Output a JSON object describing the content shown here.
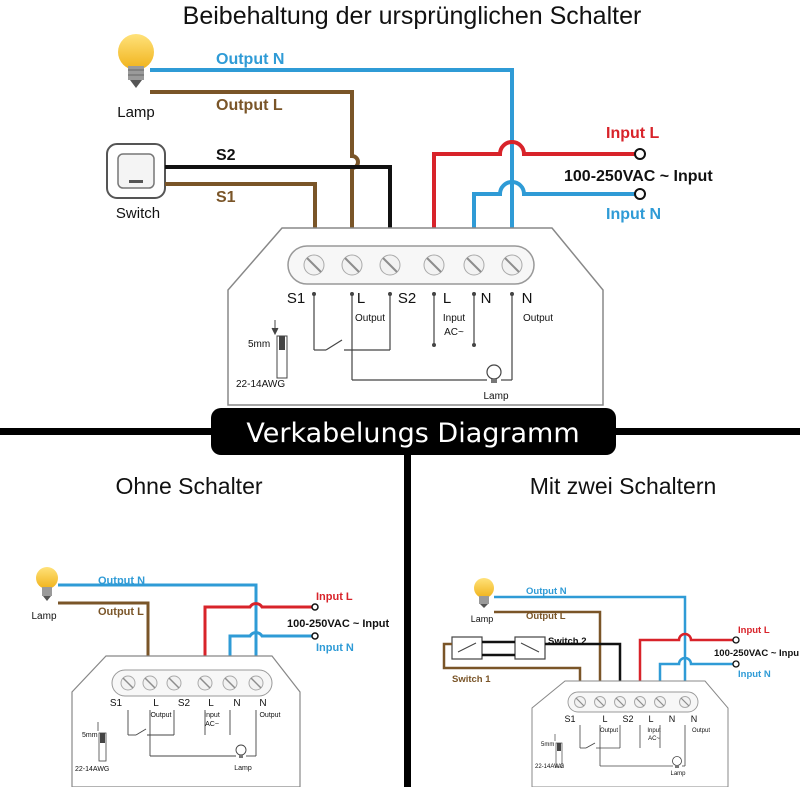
{
  "top": {
    "title": "Beibehaltung der ursprünglichen Schalter",
    "lamp": "Lamp",
    "switch": "Switch",
    "output_n": "Output N",
    "output_l": "Output L",
    "s2": "S2",
    "s1": "S1",
    "input_l": "Input L",
    "input_range": "100-250VAC ~ Input",
    "input_n": "Input N"
  },
  "module": {
    "t_s1": "S1",
    "t_l": "L",
    "t_s2": "S2",
    "t_l_in": "L",
    "t_n_in": "N",
    "t_n_out": "N",
    "output": "Output",
    "input": "Input",
    "ac": "AC~",
    "strip": "5mm",
    "awg": "22-14AWG",
    "lamp": "Lamp"
  },
  "banner": {
    "label": "Verkabelungs Diagramm"
  },
  "left": {
    "title": "Ohne Schalter",
    "lamp": "Lamp",
    "output_n": "Output N",
    "output_l": "Output L",
    "input_l": "Input L",
    "input_range": "100-250VAC ~ Input",
    "input_n": "Input N"
  },
  "right": {
    "title": "Mit zwei Schaltern",
    "lamp": "Lamp",
    "output_n": "Output N",
    "output_l": "Output L",
    "switch1": "Switch 1",
    "switch2": "Switch 2",
    "input_l": "Input L",
    "input_range": "100-250VAC ~ Inpu",
    "input_n": "Input N"
  },
  "colors": {
    "blue": "#2f9bd6",
    "brown": "#7a5528",
    "red": "#d8232a",
    "black": "#111111",
    "bulb": "#f5c02c",
    "banner_bg": "#000000",
    "banner_fg": "#ffffff"
  }
}
